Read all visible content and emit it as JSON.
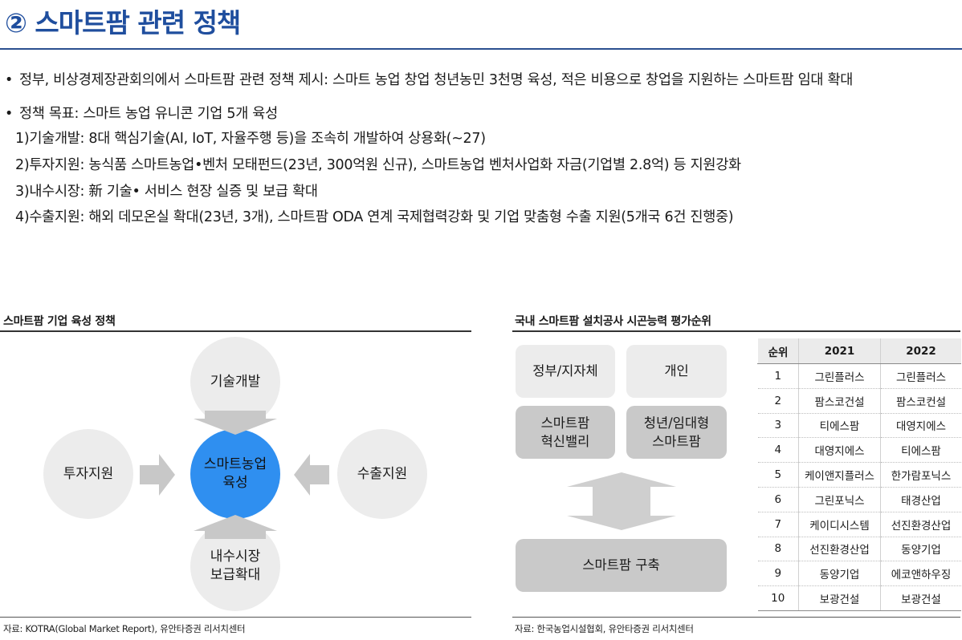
{
  "header": {
    "title": "② 스마트팜 관련 정책"
  },
  "bullets": {
    "b1": "정부, 비상경제장관회의에서 스마트팜 관련 정책 제시: 스마트 농업 창업 청년농민 3천명 육성, 적은 비용으로 창업을 지원하는 스마트팜 임대 확대",
    "b2": "정책 목표: 스마트 농업 유니콘 기업 5개 육성",
    "sub1": "1)기술개발: 8대 핵심기술(AI, IoT, 자율주행 등)을 조속히 개발하여 상용화(~27)",
    "sub2": "2)투자지원: 농식품 스마트농업•벤처 모태펀드(23년, 300억원 신규), 스마트농업 벤처사업화 자금(기업별 2.8억) 등 지원강화",
    "sub3": "3)내수시장: 新 기술• 서비스 현장 실증 및 보급 확대",
    "sub4": "4)수출지원: 해외 데모온실 확대(23년, 3개), 스마트팜 ODA 연계 국제협력강화 및 기업 맞춤형 수출 지원(5개국 6건 진행중)"
  },
  "left_section": {
    "title": "스마트팜 기업 육성 정책",
    "center": "스마트농업\n육성",
    "top": "기술개발",
    "left": "투자지원",
    "right": "수출지원",
    "bottom": "내수시장\n보급확대",
    "source": "자료: KOTRA(Global Market Report), 유안타증권 리서치센터",
    "colors": {
      "center": "#2f8ff0",
      "circle": "#ececec",
      "arrow": "#c8c8c8"
    }
  },
  "right_section": {
    "title": "국내 스마트팜 설치공사 시곤능력 평가순위",
    "boxes": {
      "gov": "정부/지자체",
      "personal": "개인",
      "valley": "스마트팜\n혁신밸리",
      "youth": "청년/임대형\n스마트팜",
      "build": "스마트팜 구축"
    },
    "table": {
      "headers": [
        "순위",
        "2021",
        "2022"
      ],
      "rows": [
        [
          "1",
          "그린플러스",
          "그린플러스"
        ],
        [
          "2",
          "팜스코건설",
          "팜스코컨설"
        ],
        [
          "3",
          "티에스팜",
          "대영지에스"
        ],
        [
          "4",
          "대영지에스",
          "티에스팜"
        ],
        [
          "5",
          "케이앤지플러스",
          "한가람포닉스"
        ],
        [
          "6",
          "그린포닉스",
          "태경산업"
        ],
        [
          "7",
          "케이디시스템",
          "선진환경산업"
        ],
        [
          "8",
          "선진환경산업",
          "동양기업"
        ],
        [
          "9",
          "동양기업",
          "에코앤하우징"
        ],
        [
          "10",
          "보광건설",
          "보광건설"
        ]
      ]
    },
    "source": "자료: 한국농업시설협회, 유안타증권 리서치센터"
  }
}
